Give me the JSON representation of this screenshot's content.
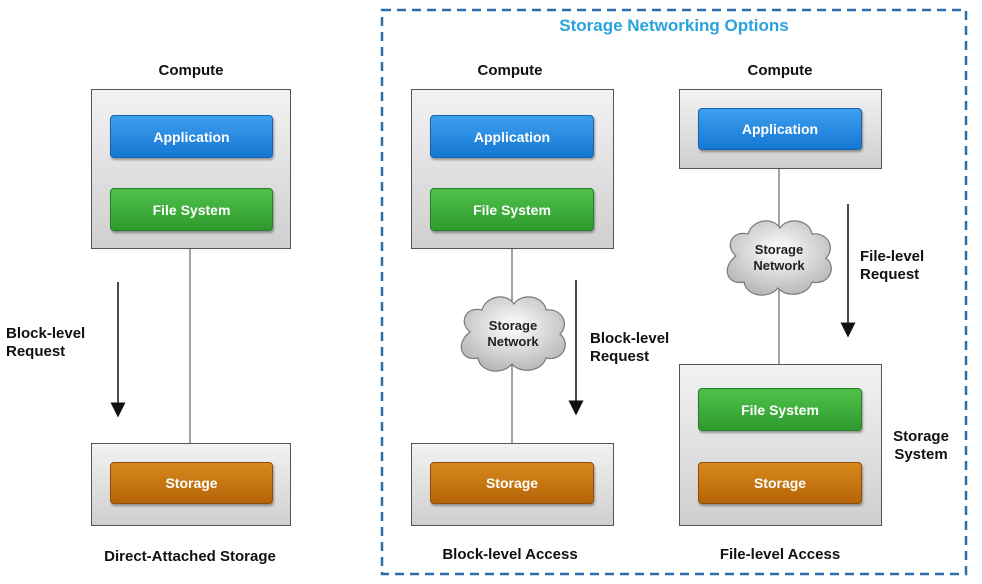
{
  "title": "Storage Networking Options",
  "columns": {
    "das": {
      "compute_label": "Compute",
      "application": "Application",
      "file_system": "File System",
      "storage": "Storage",
      "request_label": "Block-level\nRequest",
      "caption": "Direct-Attached Storage"
    },
    "block": {
      "compute_label": "Compute",
      "application": "Application",
      "file_system": "File System",
      "network": "Storage\nNetwork",
      "request_label": "Block-level\nRequest",
      "storage": "Storage",
      "caption": "Block-level Access"
    },
    "file": {
      "compute_label": "Compute",
      "application": "Application",
      "network": "Storage\nNetwork",
      "request_label": "File-level\nRequest",
      "file_system": "File System",
      "storage": "Storage",
      "storage_system_label": "Storage\nSystem",
      "caption": "File-level Access"
    }
  },
  "colors": {
    "title": "#2aa3dc",
    "dashed_border": "#2a6fa8",
    "application": "#1f84e0",
    "file_system": "#3aad38",
    "storage": "#c6730f"
  }
}
